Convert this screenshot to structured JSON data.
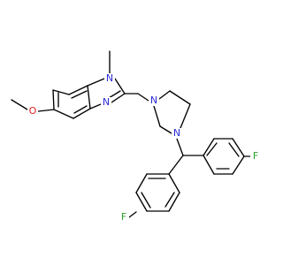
{
  "colors": {
    "background": "#ffffff",
    "bond": "#000000",
    "nitrogen": "#2b2bd9",
    "oxygen": "#e02020",
    "fluorine": "#2a9e2a",
    "carbon_text": "#000000"
  },
  "molecule": {
    "atom_labels": {
      "n1": "N",
      "n3": "N",
      "methyl_n": "",
      "o": "O",
      "methoxy_c": "",
      "pip_n_left": "N",
      "pip_n_right": "N",
      "f_top": "F",
      "f_bottom": "F"
    }
  }
}
